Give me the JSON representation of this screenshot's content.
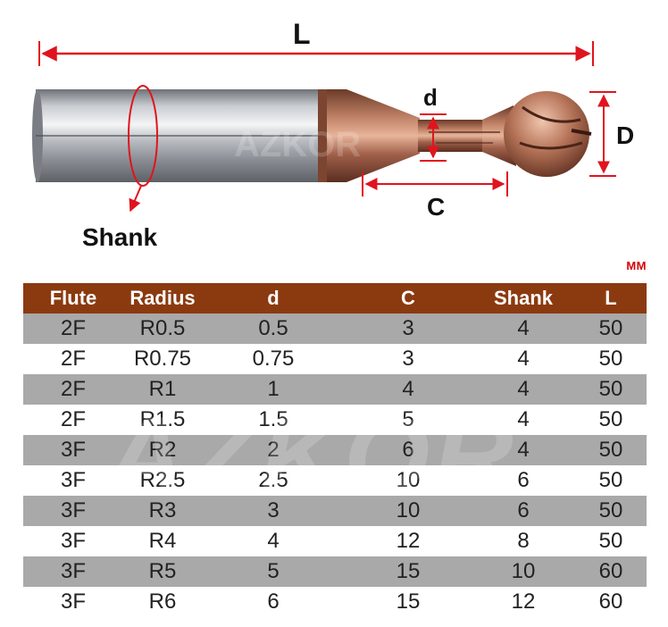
{
  "diagram": {
    "label_L": "L",
    "label_d": "d",
    "label_D": "D",
    "label_C": "C",
    "label_shank": "Shank",
    "watermark": "AZKOR"
  },
  "table": {
    "unit": "MM",
    "headers": [
      "Flute",
      "Radius",
      "d",
      "C",
      "Shank",
      "L"
    ],
    "rows": [
      [
        "2F",
        "R0.5",
        "0.5",
        "3",
        "4",
        "50"
      ],
      [
        "2F",
        "R0.75",
        "0.75",
        "3",
        "4",
        "50"
      ],
      [
        "2F",
        "R1",
        "1",
        "4",
        "4",
        "50"
      ],
      [
        "2F",
        "R1.5",
        "1.5",
        "5",
        "4",
        "50"
      ],
      [
        "3F",
        "R2",
        "2",
        "6",
        "4",
        "50"
      ],
      [
        "3F",
        "R2.5",
        "2.5",
        "10",
        "6",
        "50"
      ],
      [
        "3F",
        "R3",
        "3",
        "10",
        "6",
        "50"
      ],
      [
        "3F",
        "R4",
        "4",
        "12",
        "8",
        "50"
      ],
      [
        "3F",
        "R5",
        "5",
        "15",
        "10",
        "60"
      ],
      [
        "3F",
        "R6",
        "6",
        "15",
        "12",
        "60"
      ]
    ]
  },
  "colors": {
    "header_bg": "#8b3a10",
    "row_shade": "#a9a9a9",
    "dimension_red": "#e0141e",
    "coating_bronze": "#a0604a"
  }
}
